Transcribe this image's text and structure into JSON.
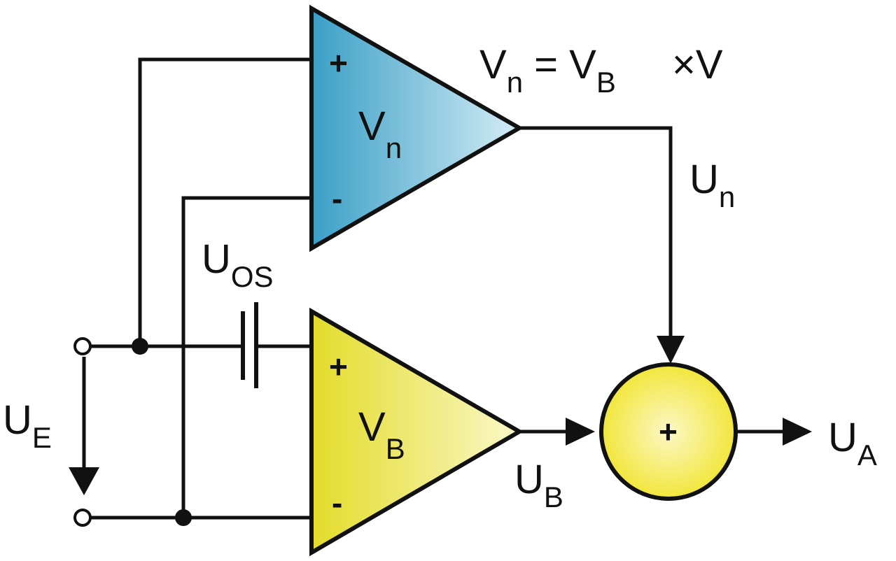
{
  "colors": {
    "amp_top_fill": "#3a9fc6",
    "amp_top_fill_light": "#d4ecf5",
    "amp_bottom_fill": "#e3dc2a",
    "amp_bottom_fill_light": "#fbf8c8",
    "summer_fill": "#f2e63b",
    "summer_fill_light": "#fcf8c6",
    "wire": "#111111"
  },
  "labels": {
    "equation": {
      "v": "V",
      "v_sub": "n",
      "eq": " = V",
      "eq_sub": "B",
      "tail": "×V"
    },
    "amp_top": {
      "main": "V",
      "sub": "n",
      "plus": "+",
      "minus": "-"
    },
    "amp_bottom": {
      "main": "V",
      "sub": "B",
      "plus": "+",
      "minus": "-"
    },
    "u_n": {
      "main": "U",
      "sub": "n"
    },
    "u_os": {
      "main": "U",
      "sub": "OS"
    },
    "u_e": {
      "main": "U",
      "sub": "E"
    },
    "u_b": {
      "main": "U",
      "sub": "B"
    },
    "u_a": {
      "main": "U",
      "sub": "A"
    },
    "summer_sign": "+"
  }
}
